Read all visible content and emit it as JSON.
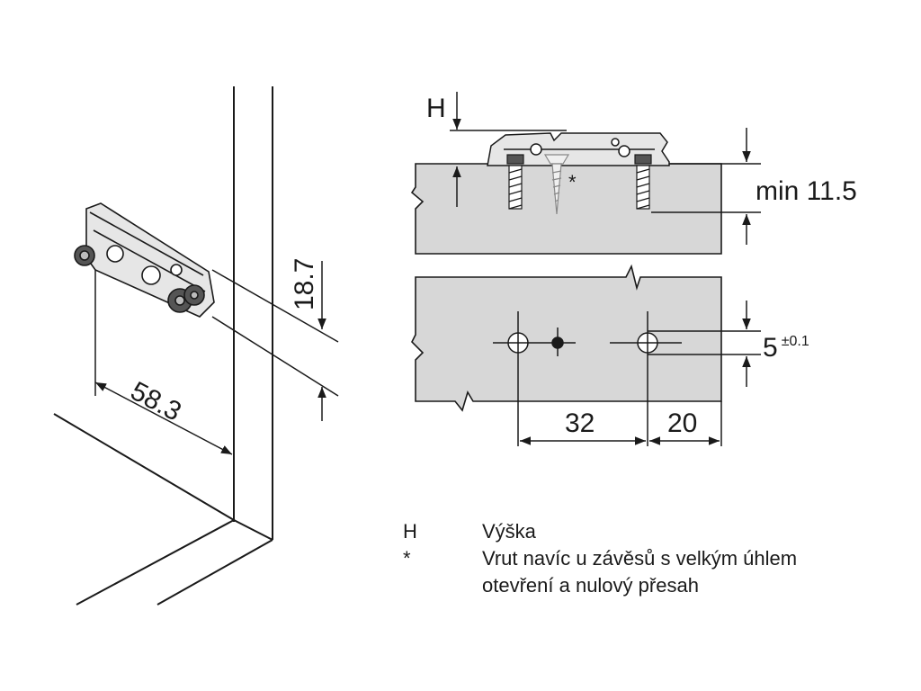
{
  "dimensions": {
    "depth": "58.3",
    "height": "18.7",
    "min_thickness": "min 11.5",
    "hole_offset": "5",
    "hole_offset_tolerance": "±0.1",
    "hole_spacing": "32",
    "edge_distance": "20",
    "height_symbol": "H",
    "extra_screw_mark": "*"
  },
  "legend": [
    {
      "key": "H",
      "text": "Výška",
      "text2": ""
    },
    {
      "key": "*",
      "text": "Vrut navíc u závěsů s velkým úhlem",
      "text2": "otevření a nulový přesah"
    }
  ]
}
